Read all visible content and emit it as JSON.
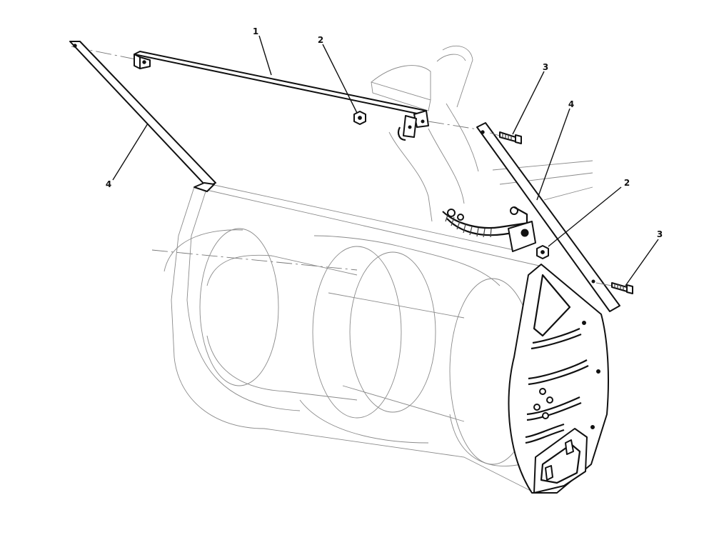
{
  "diagram": {
    "callouts": [
      {
        "id": "c1",
        "text": "1"
      },
      {
        "id": "c2a",
        "text": "2"
      },
      {
        "id": "c3a",
        "text": "3"
      },
      {
        "id": "c4a",
        "text": "4"
      },
      {
        "id": "c4b",
        "text": "4"
      },
      {
        "id": "c2b",
        "text": "2"
      },
      {
        "id": "c3b",
        "text": "3"
      }
    ],
    "colors": {
      "ink": "#111111",
      "ghost": "#8a8a8a",
      "paper": "#ffffff"
    }
  }
}
